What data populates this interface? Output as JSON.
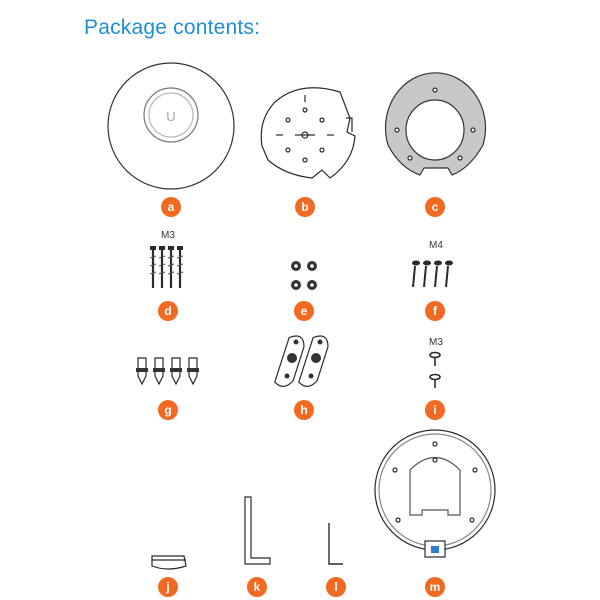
{
  "heading": "Package contents:",
  "accent_color": "#1e8fd6",
  "badge_color": "#f26a21",
  "items": [
    {
      "letter": "a",
      "icon": "access-point-icon"
    },
    {
      "letter": "b",
      "icon": "mounting-bracket-icon"
    },
    {
      "letter": "c",
      "icon": "recessed-ceiling-ring-icon"
    },
    {
      "letter": "d",
      "icon": "m3-long-screws-icon",
      "label": "M3"
    },
    {
      "letter": "e",
      "icon": "nuts-icon"
    },
    {
      "letter": "f",
      "icon": "m4-screws-icon",
      "label": "M4"
    },
    {
      "letter": "g",
      "icon": "wall-anchors-icon"
    },
    {
      "letter": "h",
      "icon": "ceiling-clips-icon"
    },
    {
      "letter": "i",
      "icon": "m3-short-screws-icon",
      "label": "M3"
    },
    {
      "letter": "j",
      "icon": "cap-icon"
    },
    {
      "letter": "k",
      "icon": "large-hex-key-icon"
    },
    {
      "letter": "l",
      "icon": "small-hex-key-icon"
    },
    {
      "letter": "m",
      "icon": "ceiling-mount-plate-icon"
    }
  ]
}
